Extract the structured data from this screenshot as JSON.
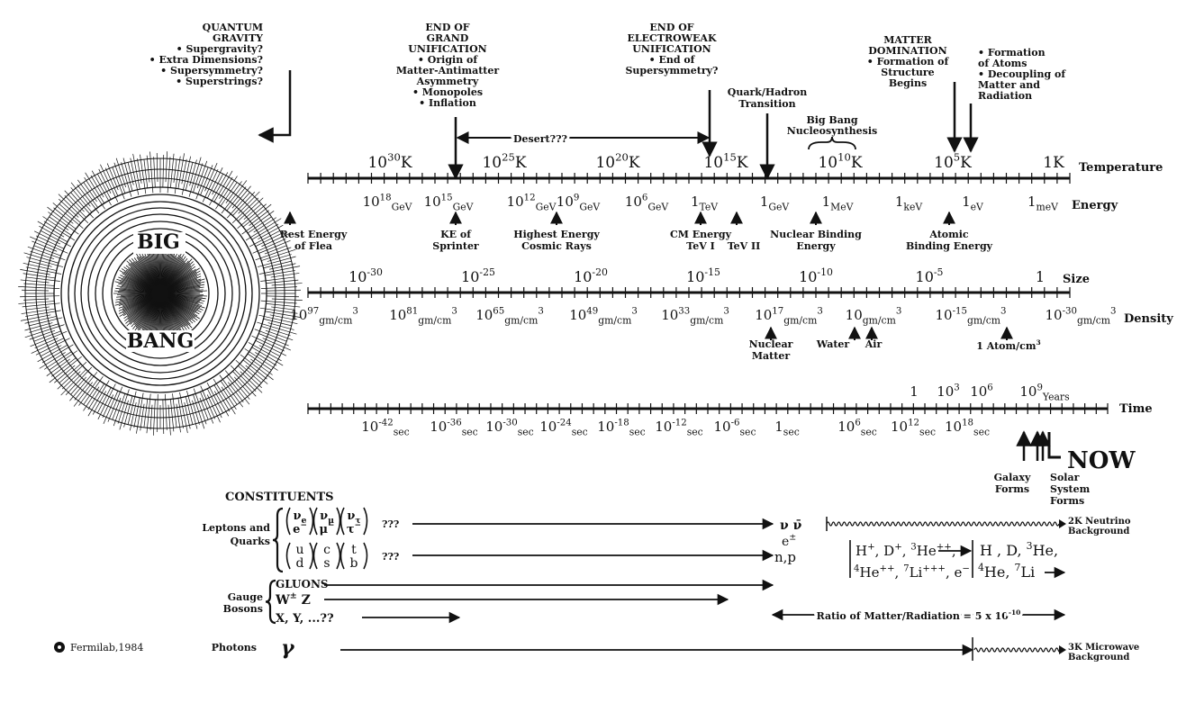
{
  "logo": {
    "text": "BIG",
    "text2": "BANG"
  },
  "credit": "Fermilab,1984",
  "axis_names": {
    "temperature": "Temperature",
    "energy": "Energy",
    "size": "Size",
    "density": "Density",
    "time": "Time"
  },
  "top_labels": {
    "qg": [
      "QUANTUM",
      "GRAVITY",
      "• Supergravity?",
      "• Extra Dimensions?",
      "• Supersymmetry?",
      "• Superstrings?"
    ],
    "gu": [
      "END OF",
      "GRAND",
      "UNIFICATION",
      "• Origin of",
      "Matter-Antimatter",
      "Asymmetry",
      "• Monopoles",
      "• Inflation"
    ],
    "ew": [
      "END OF",
      "ELECTROWEAK",
      "UNIFICATION",
      "• End of",
      "Supersymmetry?"
    ],
    "qh": [
      "Quark/Hadron",
      "Transition"
    ],
    "bbn": [
      "Big Bang",
      "Nucleosynthesis"
    ],
    "md": [
      "MATTER",
      "DOMINATION",
      "• Formation of",
      "Structure",
      "Begins"
    ],
    "fa": [
      "• Formation",
      "of Atoms",
      "• Decoupling of",
      "Matter and",
      "Radiation"
    ],
    "desert": "Desert???"
  },
  "temperature_ticks": [
    {
      "base": "10",
      "exp": "30",
      "unit": "K"
    },
    {
      "base": "10",
      "exp": "25",
      "unit": "K"
    },
    {
      "base": "10",
      "exp": "20",
      "unit": "K"
    },
    {
      "base": "10",
      "exp": "15",
      "unit": "K"
    },
    {
      "base": "10",
      "exp": "10",
      "unit": "K"
    },
    {
      "base": "10",
      "exp": "5",
      "unit": "K"
    },
    {
      "base": "1",
      "exp": "",
      "unit": "K"
    }
  ],
  "energy_ticks": [
    {
      "base": "10",
      "exp": "18",
      "unit": "GeV"
    },
    {
      "base": "10",
      "exp": "15",
      "unit": "GeV"
    },
    {
      "base": "10",
      "exp": "12",
      "unit": "GeV"
    },
    {
      "base": "10",
      "exp": "9",
      "unit": "GeV"
    },
    {
      "base": "10",
      "exp": "6",
      "unit": "GeV"
    },
    {
      "base": "1",
      "exp": "",
      "unit": "TeV"
    },
    {
      "base": "1",
      "exp": "",
      "unit": "GeV"
    },
    {
      "base": "1",
      "exp": "",
      "unit": "MeV"
    },
    {
      "base": "1",
      "exp": "",
      "unit": "keV"
    },
    {
      "base": "1",
      "exp": "",
      "unit": "eV"
    },
    {
      "base": "1",
      "exp": "",
      "unit": "meV"
    }
  ],
  "energy_markers": [
    [
      "Rest Energy",
      "of Flea"
    ],
    [
      "KE of",
      "Sprinter"
    ],
    [
      "Highest Energy",
      "Cosmic Rays"
    ],
    [
      "CM Energy",
      "TeV I"
    ],
    [
      "TeV II"
    ],
    [
      "Nuclear Binding",
      "Energy"
    ],
    [
      "Atomic",
      "Binding Energy"
    ]
  ],
  "size_ticks": [
    {
      "base": "10",
      "exp": "-30"
    },
    {
      "base": "10",
      "exp": "-25"
    },
    {
      "base": "10",
      "exp": "-20"
    },
    {
      "base": "10",
      "exp": "-15"
    },
    {
      "base": "10",
      "exp": "-10"
    },
    {
      "base": "10",
      "exp": "-5"
    },
    {
      "base": "1",
      "exp": ""
    }
  ],
  "density_ticks": [
    {
      "base": "10",
      "exp": "97",
      "unit": "gm/cm",
      "uexp": "3"
    },
    {
      "base": "10",
      "exp": "81",
      "unit": "gm/cm",
      "uexp": "3"
    },
    {
      "base": "10",
      "exp": "65",
      "unit": "gm/cm",
      "uexp": "3"
    },
    {
      "base": "10",
      "exp": "49",
      "unit": "gm/cm",
      "uexp": "3"
    },
    {
      "base": "10",
      "exp": "33",
      "unit": "gm/cm",
      "uexp": "3"
    },
    {
      "base": "10",
      "exp": "17",
      "unit": "gm/cm",
      "uexp": "3"
    },
    {
      "base": "10",
      "exp": "",
      "unit": "gm/cm",
      "uexp": "3"
    },
    {
      "base": "10",
      "exp": "-15",
      "unit": "gm/cm",
      "uexp": "3"
    },
    {
      "base": "10",
      "exp": "-30",
      "unit": "gm/cm",
      "uexp": "3"
    }
  ],
  "density_markers": [
    [
      "Nuclear",
      "Matter"
    ],
    [
      "Water"
    ],
    [
      "Air"
    ],
    [
      "1 Atom/cm",
      "3"
    ]
  ],
  "time_ticks": [
    {
      "base": "10",
      "exp": "-42",
      "unit": "sec"
    },
    {
      "base": "10",
      "exp": "-36",
      "unit": "sec"
    },
    {
      "base": "10",
      "exp": "-30",
      "unit": "sec"
    },
    {
      "base": "10",
      "exp": "-24",
      "unit": "sec"
    },
    {
      "base": "10",
      "exp": "-18",
      "unit": "sec"
    },
    {
      "base": "10",
      "exp": "-12",
      "unit": "sec"
    },
    {
      "base": "10",
      "exp": "-6",
      "unit": "sec"
    },
    {
      "base": "1",
      "exp": "",
      "unit": "sec"
    },
    {
      "base": "10",
      "exp": "6",
      "unit": "sec"
    },
    {
      "base": "10",
      "exp": "12",
      "unit": "sec"
    },
    {
      "base": "10",
      "exp": "18",
      "unit": "sec"
    }
  ],
  "years_ticks": [
    {
      "base": "1",
      "exp": "",
      "unit": ""
    },
    {
      "base": "10",
      "exp": "3",
      "unit": ""
    },
    {
      "base": "10",
      "exp": "6",
      "unit": ""
    },
    {
      "base": "10",
      "exp": "9",
      "unit": "Years"
    }
  ],
  "time_markers": [
    [
      "Galaxy",
      "Forms"
    ],
    [
      "Solar",
      "System",
      "Forms"
    ]
  ],
  "now": "NOW",
  "constituents": {
    "heading": "CONSTITUENTS",
    "leptons_label": [
      "Leptons and",
      "Quarks"
    ],
    "gauge_label": [
      "Gauge",
      "Bosons"
    ],
    "photons_label": "Photons",
    "gamma": "γ",
    "lepton_pairs": [
      [
        "ν",
        "e",
        "e",
        "−"
      ],
      [
        "ν",
        "μ",
        "μ",
        "−"
      ],
      [
        "ν",
        "τ",
        "τ",
        "−"
      ]
    ],
    "quark_pairs": [
      [
        "u",
        "d"
      ],
      [
        "c",
        "s"
      ],
      [
        "t",
        "b"
      ]
    ],
    "qqq": "???",
    "nu_nubar": "ν ν̄",
    "e_pm": "e",
    "e_pm_sup": "±",
    "np": "n,p",
    "ions1": [
      "H",
      "+",
      ", D",
      "+",
      ", ",
      "3",
      "He",
      "++",
      ","
    ],
    "ions2": [
      "4",
      "He",
      "++",
      ", ",
      "7",
      "Li",
      "+++",
      ", e",
      "−"
    ],
    "atoms1": [
      "H , D, ",
      "3",
      "He,"
    ],
    "atoms2": [
      "4",
      "He, ",
      "7",
      "Li"
    ],
    "neutrino_bg": [
      "2K Neutrino",
      "Background"
    ],
    "microwave_bg": [
      "3K Microwave",
      "Background"
    ],
    "gluons": "GLUONS",
    "wz": "W",
    "wz_sup": "±",
    "wz_z": " Z",
    "xy": "X, Y, ...??",
    "ratio": "Ratio of Matter/Radiation = 5 x 10",
    "ratio_exp": "-10"
  }
}
